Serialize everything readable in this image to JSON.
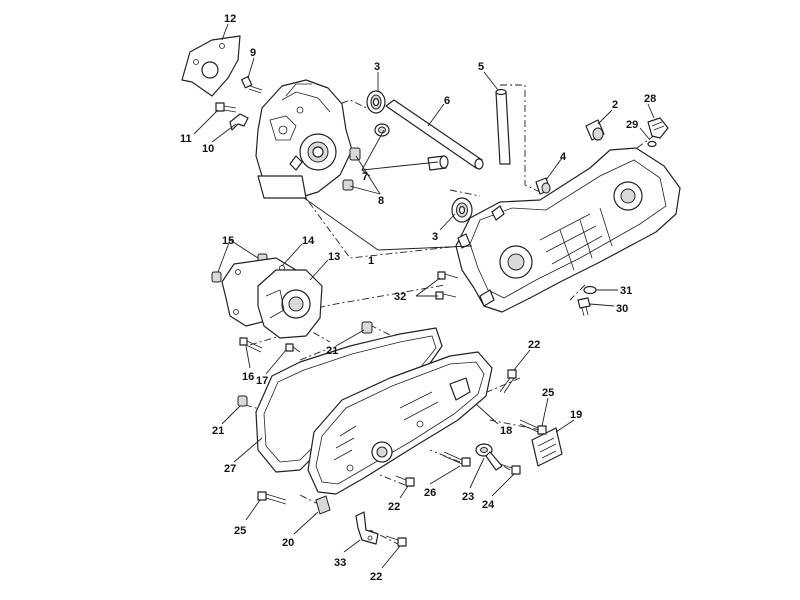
{
  "callouts": [
    {
      "id": "c12",
      "text": "12"
    },
    {
      "id": "c9",
      "text": "9"
    },
    {
      "id": "c3a",
      "text": "3"
    },
    {
      "id": "c5",
      "text": "5"
    },
    {
      "id": "c6",
      "text": "6"
    },
    {
      "id": "c2",
      "text": "2"
    },
    {
      "id": "c28",
      "text": "28"
    },
    {
      "id": "c29",
      "text": "29"
    },
    {
      "id": "c11",
      "text": "11"
    },
    {
      "id": "c10",
      "text": "10"
    },
    {
      "id": "c4",
      "text": "4"
    },
    {
      "id": "c7",
      "text": "7"
    },
    {
      "id": "c8",
      "text": "8"
    },
    {
      "id": "c3b",
      "text": "3"
    },
    {
      "id": "c15",
      "text": "15"
    },
    {
      "id": "c14",
      "text": "14"
    },
    {
      "id": "c13",
      "text": "13"
    },
    {
      "id": "c1",
      "text": "1"
    },
    {
      "id": "c31",
      "text": "31"
    },
    {
      "id": "c32",
      "text": "32"
    },
    {
      "id": "c30",
      "text": "30"
    },
    {
      "id": "c22a",
      "text": "22"
    },
    {
      "id": "c21a",
      "text": "21"
    },
    {
      "id": "c16",
      "text": "16"
    },
    {
      "id": "c17",
      "text": "17"
    },
    {
      "id": "c25a",
      "text": "25"
    },
    {
      "id": "c19",
      "text": "19"
    },
    {
      "id": "c21b",
      "text": "21"
    },
    {
      "id": "c18",
      "text": "18"
    },
    {
      "id": "c27",
      "text": "27"
    },
    {
      "id": "c26",
      "text": "26"
    },
    {
      "id": "c23",
      "text": "23"
    },
    {
      "id": "c22b",
      "text": "22"
    },
    {
      "id": "c24",
      "text": "24"
    },
    {
      "id": "c25b",
      "text": "25"
    },
    {
      "id": "c20",
      "text": "20"
    },
    {
      "id": "c33",
      "text": "33"
    },
    {
      "id": "c22c",
      "text": "22"
    }
  ]
}
